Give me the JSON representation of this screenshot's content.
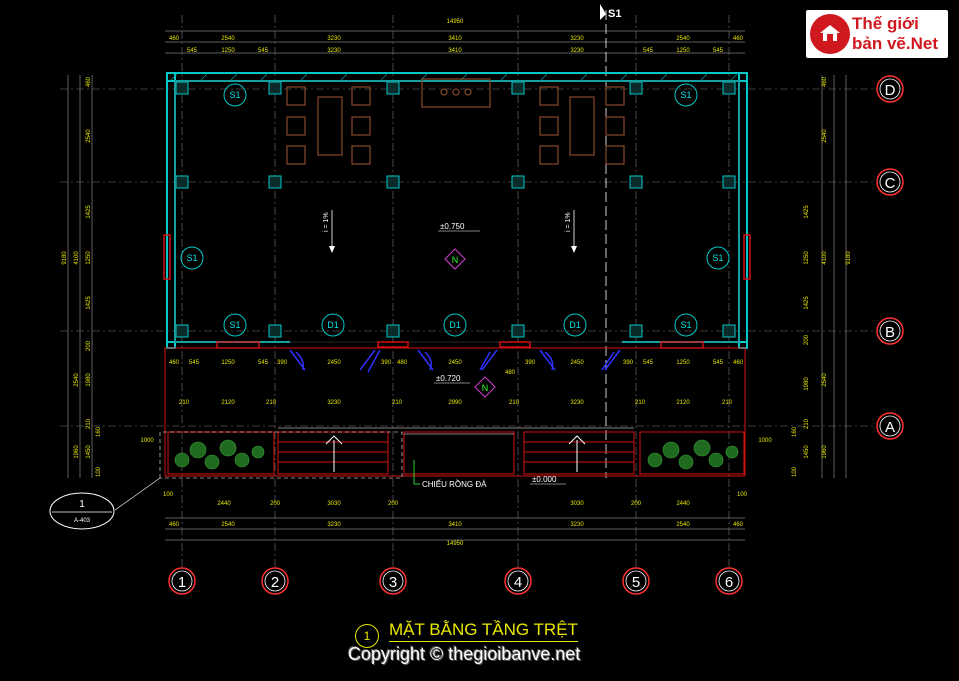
{
  "drawing": {
    "title_number": "1",
    "title": "MẶT BẰNG TẦNG TRỆT",
    "copyright": "Copyright © thegioibanve.net",
    "section_mark": "S1",
    "detail_ref": {
      "number": "1",
      "sheet": "A-403"
    },
    "grid_rows": [
      "D",
      "C",
      "B",
      "A"
    ],
    "grid_cols": [
      "1",
      "2",
      "3",
      "4",
      "5",
      "6"
    ],
    "top_dims_1": [
      "460",
      "2540",
      "3230",
      "3410",
      "3230",
      "2540",
      "460"
    ],
    "top_dims_2": [
      "545",
      "1250",
      "545",
      "3230",
      "3410",
      "3230",
      "545",
      "1250",
      "545"
    ],
    "overall_width": "14950",
    "left_dims": [
      "460",
      "2540",
      "1425",
      "1250",
      "1425",
      "200",
      "2540",
      "1980",
      "210",
      "1450",
      "1960",
      "100",
      "160"
    ],
    "left_totals": [
      "9180",
      "4100"
    ],
    "right_dims": [
      "460",
      "2540",
      "1425",
      "1250",
      "1425",
      "200",
      "1980",
      "210",
      "1450",
      "160",
      "100",
      "1960"
    ],
    "right_totals": [
      "9180",
      "4100",
      "2540"
    ],
    "bottom_dims_1": [
      "100",
      "2440",
      "200",
      "3030",
      "200",
      "3030",
      "200",
      "2440",
      "100"
    ],
    "bottom_dims_2": [
      "460",
      "2540",
      "3230",
      "3410",
      "3230",
      "2540",
      "460"
    ],
    "mid_dims_1": [
      "460",
      "545",
      "1250",
      "545",
      "390",
      "2450",
      "390",
      "480",
      "2450",
      "480",
      "390",
      "2450",
      "390",
      "545",
      "1250",
      "545",
      "460"
    ],
    "mid_dims_2": [
      "210",
      "2120",
      "210",
      "3230",
      "210",
      "2990",
      "210",
      "3230",
      "210",
      "2120",
      "210"
    ],
    "side_1000": "1000",
    "rooms": {
      "s1": "S1",
      "d1": "D1"
    },
    "levels": {
      "upper": "±0.750",
      "porch": "±0.720",
      "ground": "±0.000"
    },
    "slope": "i = 1%",
    "north": "N",
    "pool_note": "CHIẾU RỒNG ĐÁ"
  },
  "logo": {
    "line1": "Thế giới",
    "line2": "bản vẽ",
    "tld": ".Net"
  },
  "colors": {
    "background": "#000000",
    "wall": "#00c8c8",
    "dimension": "#e8e800",
    "grid_bubble": "#ff3030",
    "red_lines": "#d01010",
    "door": "#2020ff",
    "furniture": "#8a4a2a",
    "planter": "#2a7a2a"
  }
}
